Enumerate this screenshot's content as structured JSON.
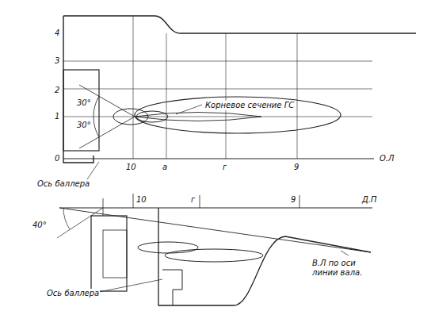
{
  "diagram": {
    "labels": [
      "4",
      "3",
      "2",
      "1",
      "0",
      "30°",
      "30°",
      "Корневое сечение ГС",
      "10",
      "а",
      "г",
      "9",
      "О.Л",
      "Ось баллера",
      "40°",
      "10",
      "г",
      "9",
      "Д.П",
      "Ось баллера",
      "В.Л по оси линии вала."
    ]
  }
}
